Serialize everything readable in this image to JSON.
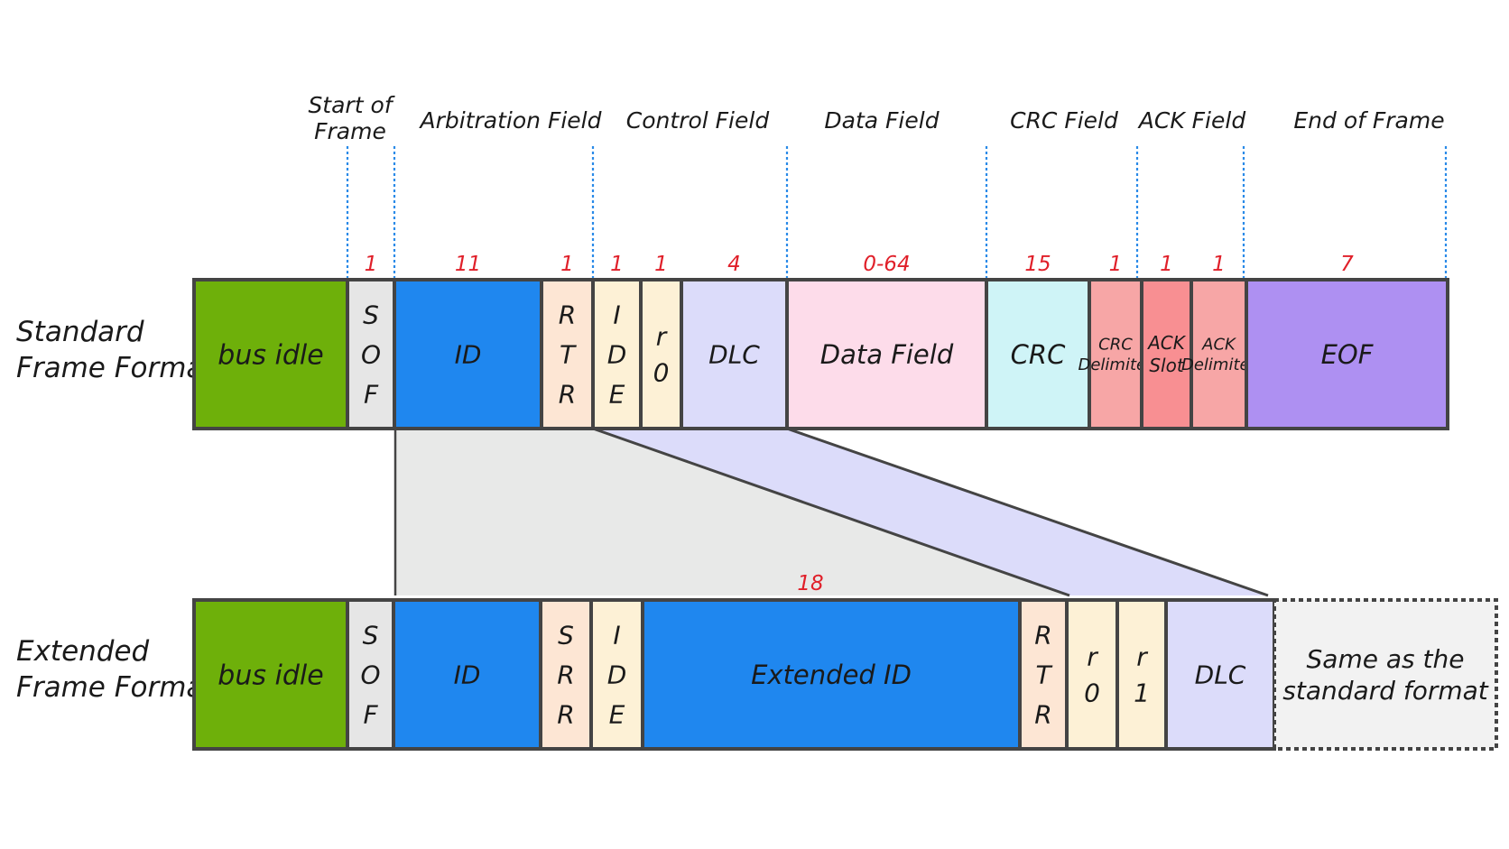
{
  "row_labels": {
    "standard": [
      "Standard",
      "Frame Format"
    ],
    "extended": [
      "Extended",
      "Frame Format"
    ]
  },
  "groups": [
    {
      "key": "sof",
      "lines": [
        "Start of",
        "Frame"
      ]
    },
    {
      "key": "arbitration",
      "lines": [
        "Arbitration Field"
      ]
    },
    {
      "key": "control",
      "lines": [
        "Control Field"
      ]
    },
    {
      "key": "data",
      "lines": [
        "Data Field"
      ]
    },
    {
      "key": "crc",
      "lines": [
        "CRC Field"
      ]
    },
    {
      "key": "ack",
      "lines": [
        "ACK Field"
      ]
    },
    {
      "key": "eof",
      "lines": [
        "End of Frame"
      ]
    }
  ],
  "standard_fields": [
    {
      "key": "bus-idle",
      "label": [
        "bus idle"
      ],
      "bits": "",
      "color": "#6eb00a"
    },
    {
      "key": "sof",
      "label": [
        "S",
        "O",
        "F"
      ],
      "bits": "1",
      "color": "#e6e6e6"
    },
    {
      "key": "id",
      "label": [
        "ID"
      ],
      "bits": "11",
      "color": "#1f87ef"
    },
    {
      "key": "rtr",
      "label": [
        "R",
        "T",
        "R"
      ],
      "bits": "1",
      "color": "#fde6d4"
    },
    {
      "key": "ide",
      "label": [
        "I",
        "D",
        "E"
      ],
      "bits": "1",
      "color": "#fdf1d6"
    },
    {
      "key": "r0",
      "label": [
        "r",
        "0"
      ],
      "bits": "1",
      "color": "#fdf1d6"
    },
    {
      "key": "dlc",
      "label": [
        "DLC"
      ],
      "bits": "4",
      "color": "#dcdcfa"
    },
    {
      "key": "data-field",
      "label": [
        "Data Field"
      ],
      "bits": "0-64",
      "color": "#fddcea"
    },
    {
      "key": "crc",
      "label": [
        "CRC"
      ],
      "bits": "15",
      "color": "#cff4f7"
    },
    {
      "key": "crc-delimiter",
      "label": [
        "CRC",
        "Delimiter"
      ],
      "bits": "1",
      "color": "#f7a6a6"
    },
    {
      "key": "ack-slot",
      "label": [
        "ACK",
        "Slot"
      ],
      "bits": "1",
      "color": "#f88f92"
    },
    {
      "key": "ack-delimiter",
      "label": [
        "ACK",
        "Delimiter"
      ],
      "bits": "1",
      "color": "#f7a6a6"
    },
    {
      "key": "eof",
      "label": [
        "EOF"
      ],
      "bits": "7",
      "color": "#ae90f2"
    }
  ],
  "extended_fields": [
    {
      "key": "bus-idle",
      "label": [
        "bus idle"
      ],
      "color": "#6eb00a"
    },
    {
      "key": "sof",
      "label": [
        "S",
        "O",
        "F"
      ],
      "color": "#e6e6e6"
    },
    {
      "key": "id",
      "label": [
        "ID"
      ],
      "color": "#1f87ef"
    },
    {
      "key": "srr",
      "label": [
        "S",
        "R",
        "R"
      ],
      "color": "#fde6d4"
    },
    {
      "key": "ide",
      "label": [
        "I",
        "D",
        "E"
      ],
      "color": "#fdf1d6"
    },
    {
      "key": "extended-id",
      "label": [
        "Extended ID"
      ],
      "color": "#1f87ef"
    },
    {
      "key": "rtr",
      "label": [
        "R",
        "T",
        "R"
      ],
      "color": "#fde6d4"
    },
    {
      "key": "r0",
      "label": [
        "r",
        "0"
      ],
      "color": "#fdf1d6"
    },
    {
      "key": "r1",
      "label": [
        "r",
        "1"
      ],
      "color": "#fdf1d6"
    },
    {
      "key": "dlc",
      "label": [
        "DLC"
      ],
      "color": "#dcdcfa"
    },
    {
      "key": "same-as-standard",
      "label": [
        "Same as the",
        "standard format"
      ],
      "color": "#f2f2f2"
    }
  ],
  "extended_id_bits": "18",
  "colors": {
    "arbitration_band": "#e8e9e8",
    "control_band": "#dcdcfa",
    "separator": "#2a8ae8",
    "bit_count": "#e0202a",
    "outline": "#444444"
  }
}
